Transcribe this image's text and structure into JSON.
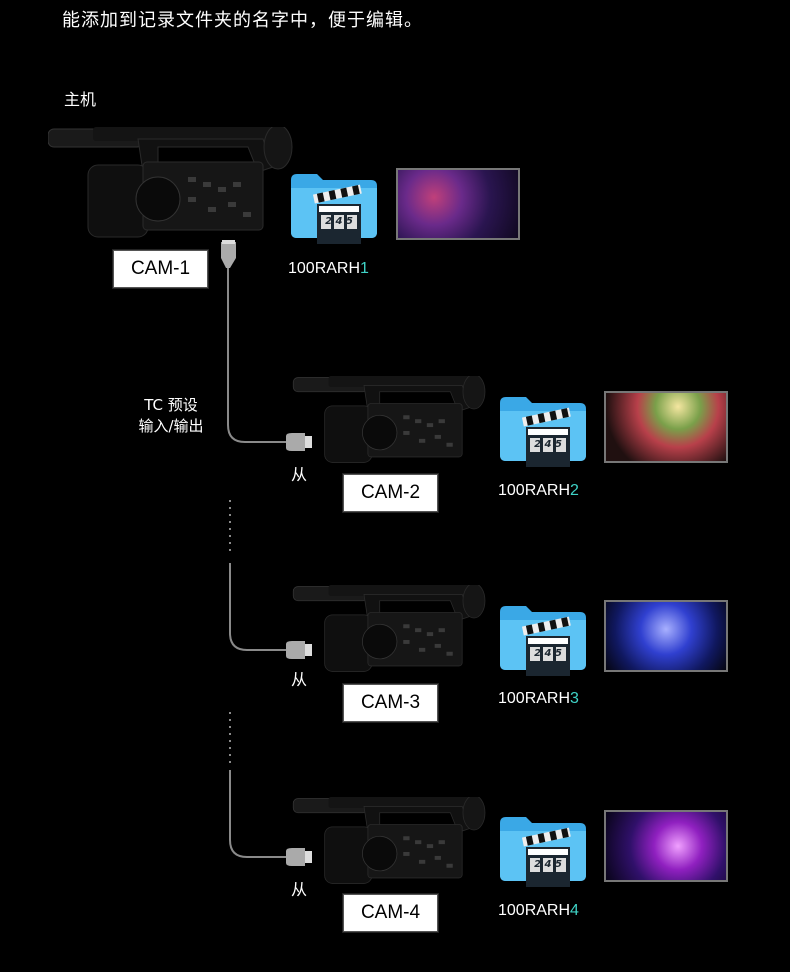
{
  "header": {
    "text": "能添加到记录文件夹的名字中，便于编辑。"
  },
  "master_label": "主机",
  "tc_label": {
    "line1": "TC 预设",
    "line2": "输入/输出"
  },
  "slave_label": "从",
  "cameras": [
    {
      "label": "CAM-1",
      "folder_prefix": "100RARH",
      "folder_num": "1"
    },
    {
      "label": "CAM-2",
      "folder_prefix": "100RARH",
      "folder_num": "2"
    },
    {
      "label": "CAM-3",
      "folder_prefix": "100RARH",
      "folder_num": "3"
    },
    {
      "label": "CAM-4",
      "folder_prefix": "100RARH",
      "folder_num": "4"
    }
  ],
  "clapper_numbers": "2 4 5",
  "colors": {
    "accent": "#3fd3c7",
    "folder": "#4db6ee",
    "cable": "#8a8a8a"
  }
}
